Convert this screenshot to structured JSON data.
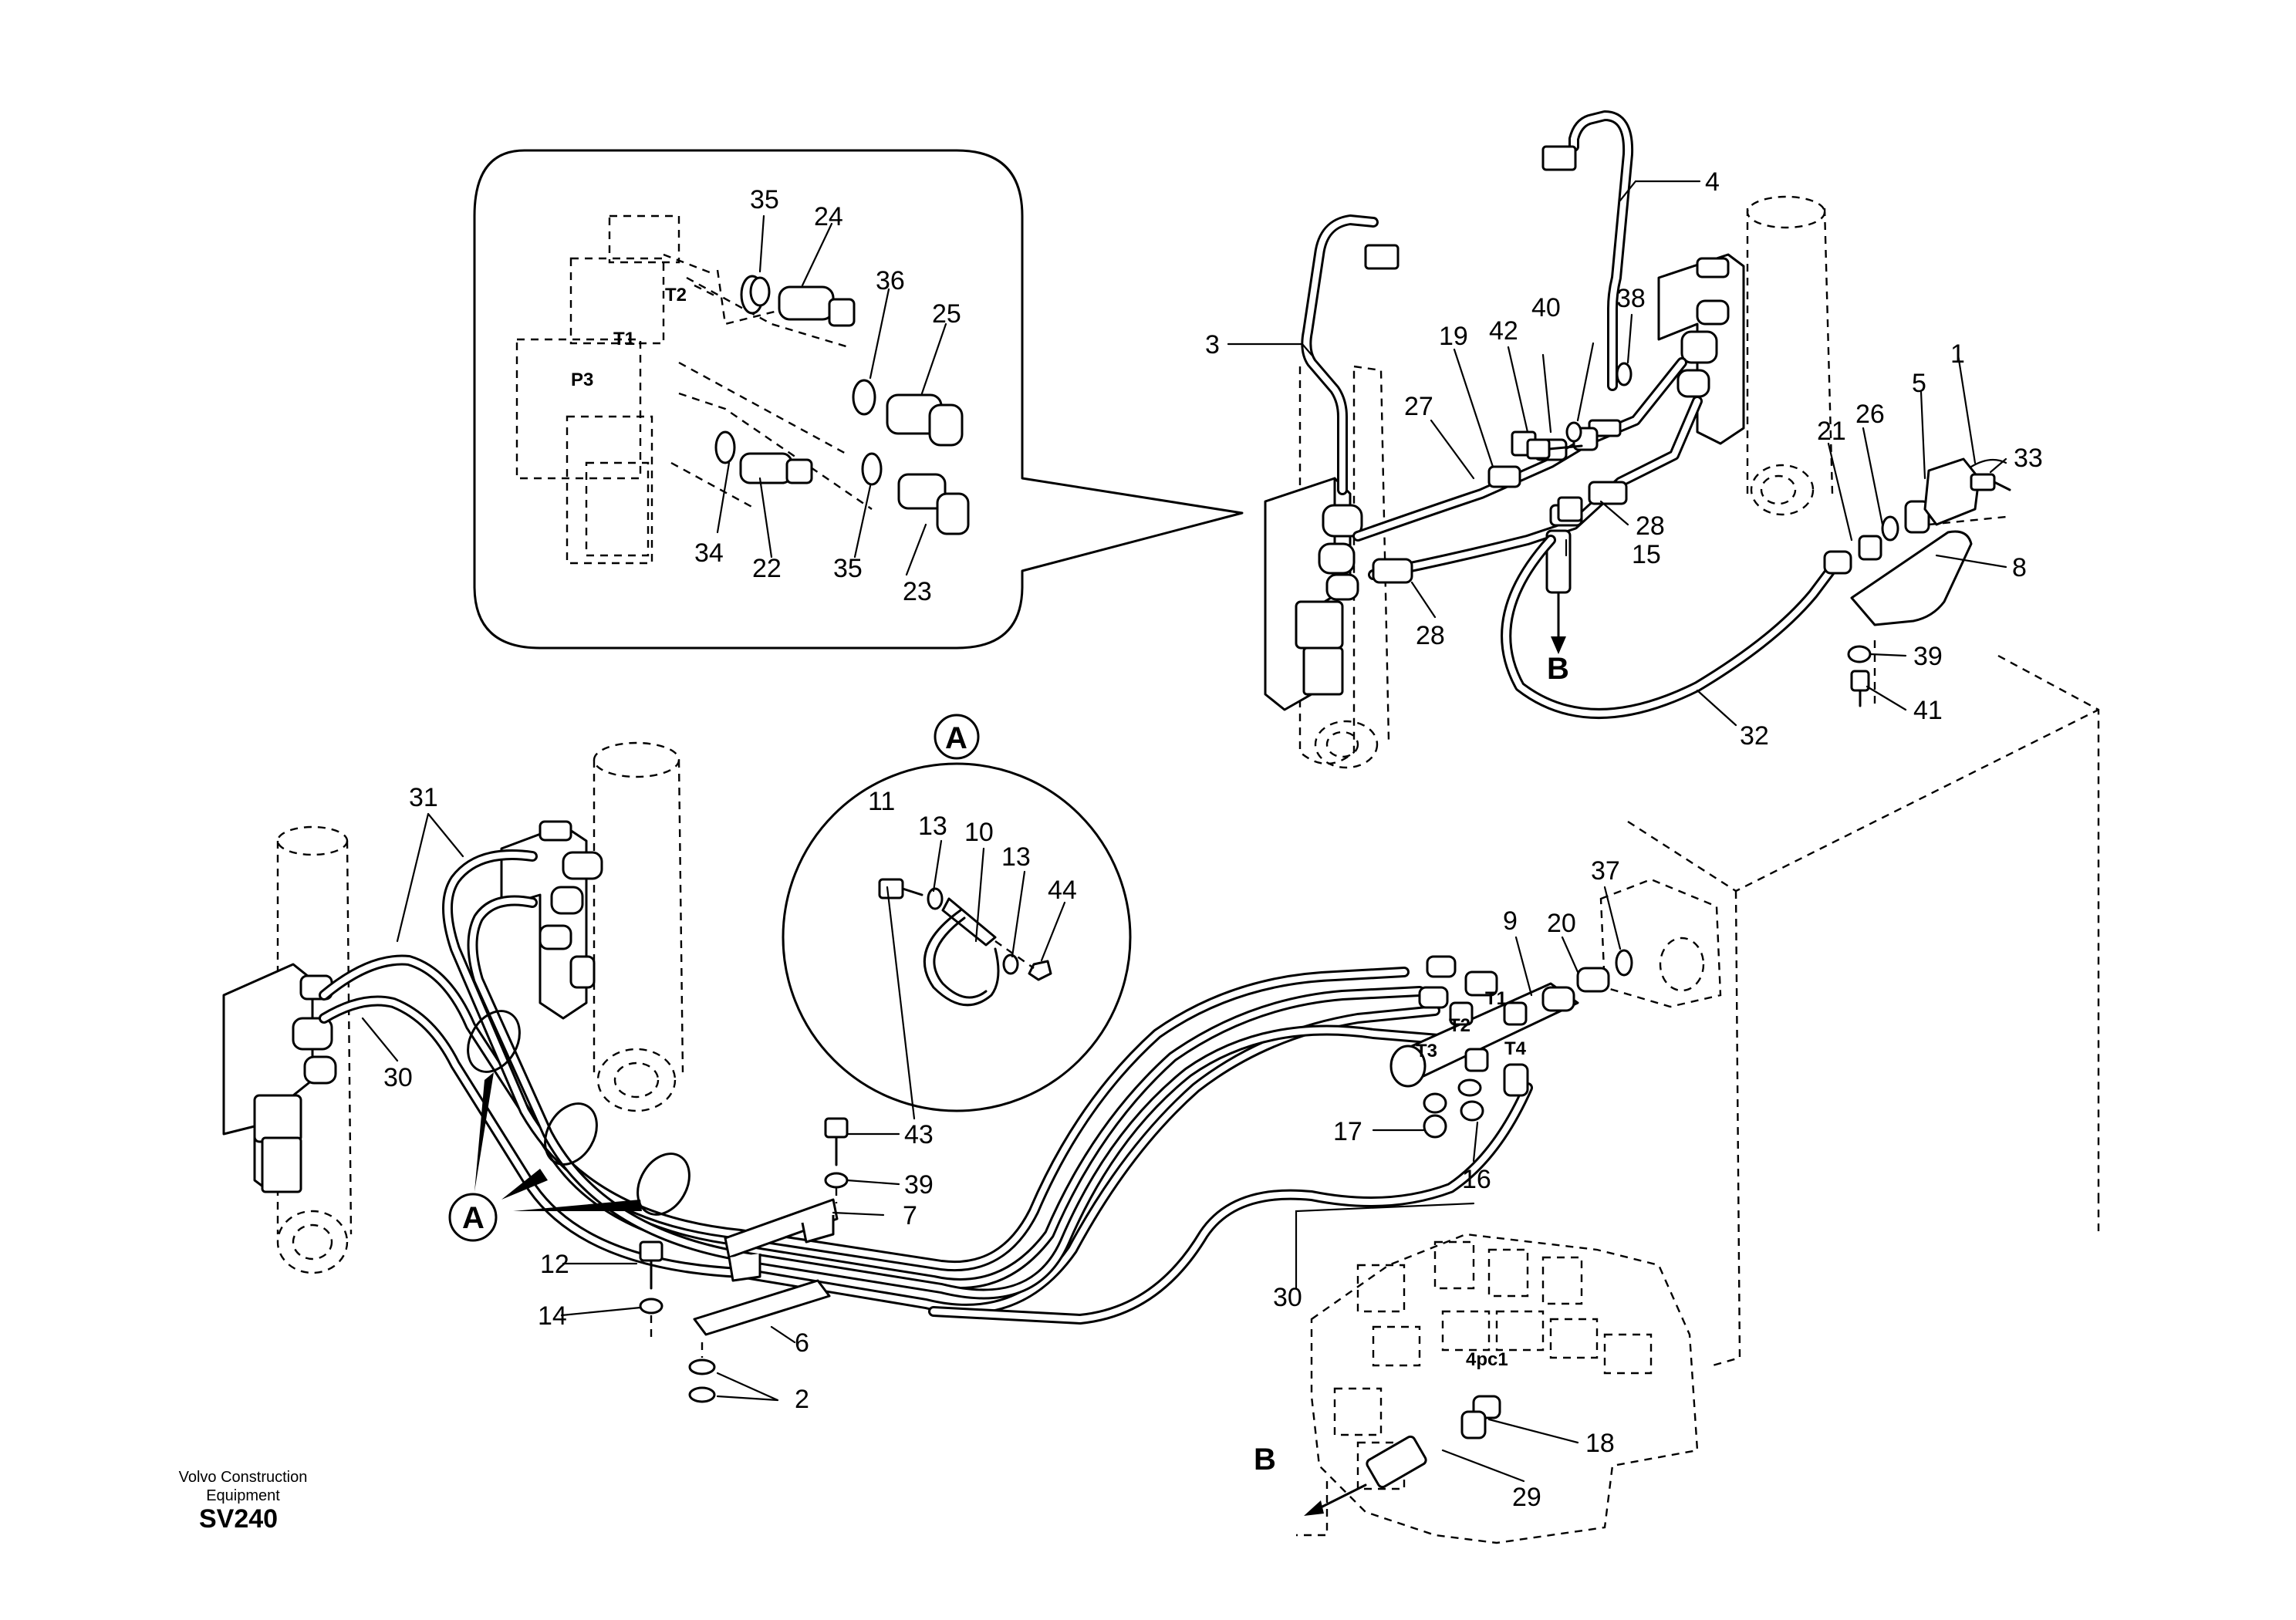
{
  "callouts": [
    "1",
    "2",
    "3",
    "4",
    "5",
    "6",
    "7",
    "8",
    "9",
    "10",
    "11",
    "12",
    "13",
    "13",
    "14",
    "15",
    "16",
    "17",
    "18",
    "19",
    "20",
    "21",
    "22",
    "23",
    "24",
    "25",
    "26",
    "27",
    "28",
    "28",
    "29",
    "30",
    "30",
    "31",
    "32",
    "33",
    "34",
    "35",
    "35",
    "36",
    "37",
    "38",
    "39",
    "39",
    "40",
    "41",
    "42",
    "43",
    "44"
  ],
  "port_labels": [
    "T2",
    "T1",
    "P3",
    "T1",
    "T2",
    "T3",
    "T4",
    "4pc1"
  ],
  "view_labels": [
    "A",
    "A",
    "B",
    "B"
  ],
  "footer": {
    "maker": "Volvo Construction\nEquipment",
    "model": "SV240"
  }
}
